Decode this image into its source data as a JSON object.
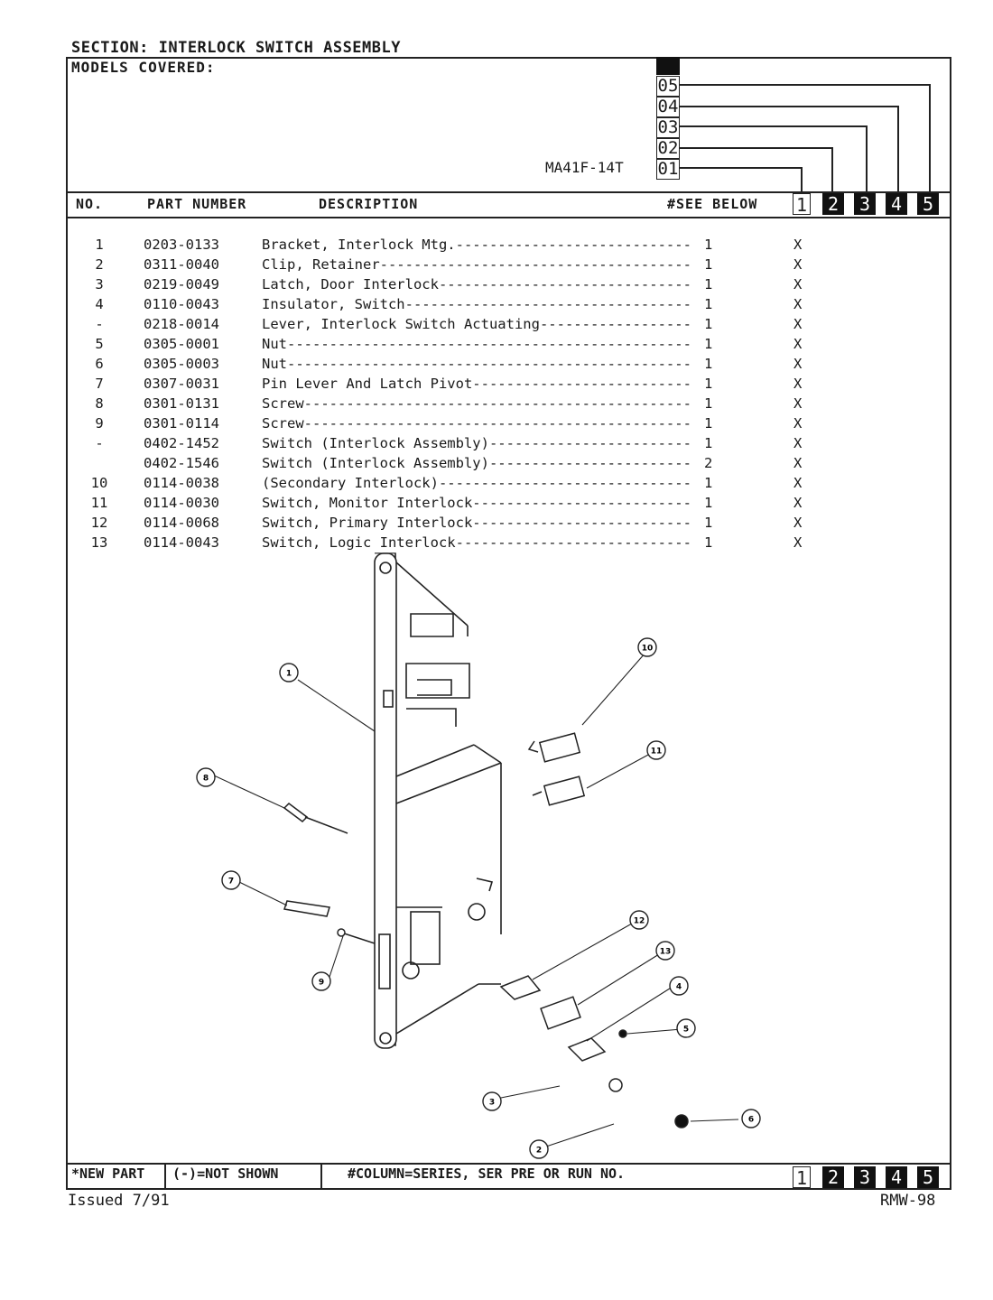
{
  "header": {
    "section_title": "SECTION: INTERLOCK SWITCH ASSEMBLY",
    "models_label": "MODELS COVERED:",
    "model_name": "MA41F-14T",
    "serial_codes": [
      "05",
      "04",
      "03",
      "02",
      "01"
    ]
  },
  "columns": {
    "no": "NO.",
    "part_number": "PART NUMBER",
    "description": "DESCRIPTION",
    "see_below": "#SEE BELOW",
    "series": [
      "1",
      "2",
      "3",
      "4",
      "5"
    ]
  },
  "parts": [
    {
      "no": "1",
      "part": "0203-0133",
      "desc": "Bracket, Interlock Mtg.",
      "qty": "1",
      "mark": "X"
    },
    {
      "no": "2",
      "part": "0311-0040",
      "desc": "Clip, Retainer",
      "qty": "1",
      "mark": "X"
    },
    {
      "no": "3",
      "part": "0219-0049",
      "desc": "Latch, Door Interlock",
      "qty": "1",
      "mark": "X"
    },
    {
      "no": "4",
      "part": "0110-0043",
      "desc": "Insulator, Switch",
      "qty": "1",
      "mark": "X"
    },
    {
      "no": "-",
      "part": "0218-0014",
      "desc": "Lever, Interlock Switch Actuating",
      "qty": "1",
      "mark": "X"
    },
    {
      "no": "5",
      "part": "0305-0001",
      "desc": "Nut",
      "qty": "1",
      "mark": "X"
    },
    {
      "no": "6",
      "part": "0305-0003",
      "desc": "Nut",
      "qty": "1",
      "mark": "X"
    },
    {
      "no": "7",
      "part": "0307-0031",
      "desc": "Pin Lever And Latch Pivot",
      "qty": "1",
      "mark": "X"
    },
    {
      "no": "8",
      "part": "0301-0131",
      "desc": "Screw",
      "qty": "1",
      "mark": "X"
    },
    {
      "no": "9",
      "part": "0301-0114",
      "desc": "Screw",
      "qty": "1",
      "mark": "X"
    },
    {
      "no": "-",
      "part": "0402-1452",
      "desc": "Switch (Interlock Assembly)",
      "qty": "1",
      "mark": "X"
    },
    {
      "no": "",
      "part": "0402-1546",
      "desc": "Switch (Interlock Assembly)",
      "qty": "2",
      "mark": "X"
    },
    {
      "no": "10",
      "part": "0114-0038",
      "desc": "(Secondary Interlock)",
      "qty": "1",
      "mark": "X"
    },
    {
      "no": "11",
      "part": "0114-0030",
      "desc": "Switch, Monitor Interlock",
      "qty": "1",
      "mark": "X"
    },
    {
      "no": "12",
      "part": "0114-0068",
      "desc": "Switch, Primary Interlock",
      "qty": "1",
      "mark": "X"
    },
    {
      "no": "13",
      "part": "0114-0043",
      "desc": "Switch, Logic Interlock",
      "qty": "1",
      "mark": "X"
    }
  ],
  "callouts": [
    "1",
    "2",
    "3",
    "4",
    "5",
    "6",
    "7",
    "8",
    "9",
    "10",
    "11",
    "12",
    "13"
  ],
  "footer": {
    "new_part": "*NEW PART",
    "not_shown": "(-)=NOT SHOWN",
    "column_note": "#COLUMN=SERIES, SER PRE OR RUN NO.",
    "issued": "Issued 7/91",
    "code": "RMW-98"
  }
}
